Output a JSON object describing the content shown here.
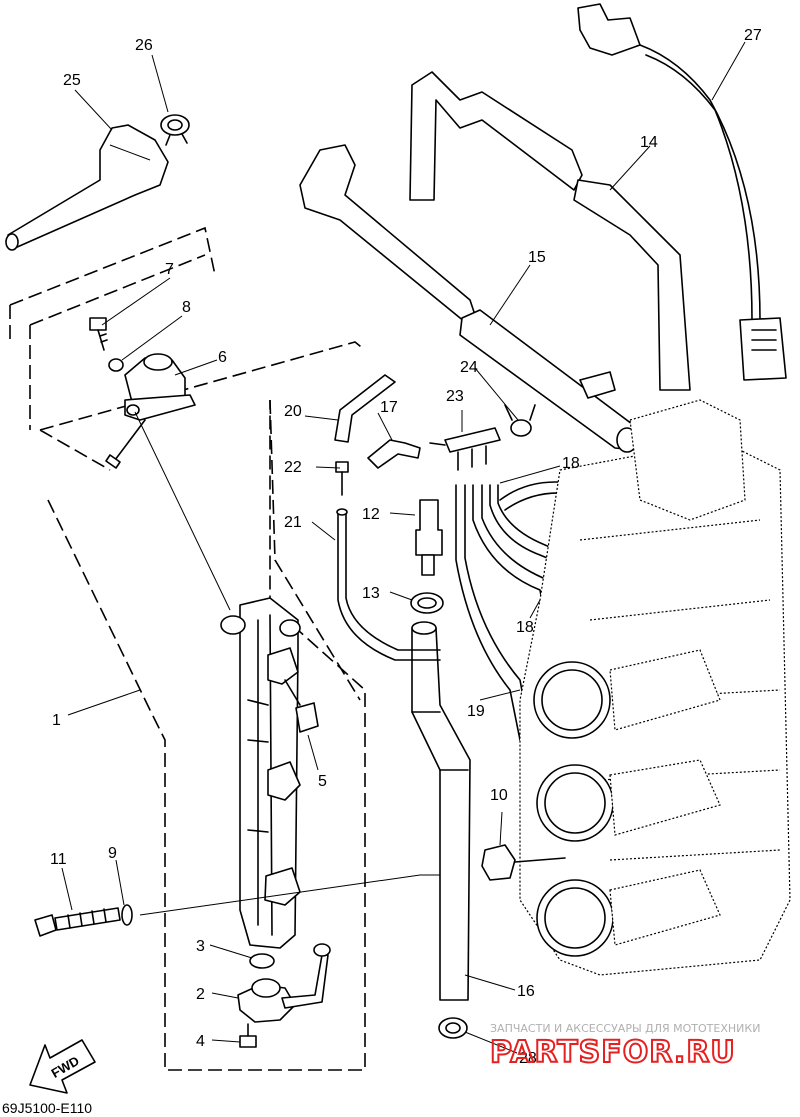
{
  "diagram": {
    "callouts": [
      "1",
      "2",
      "3",
      "4",
      "5",
      "6",
      "7",
      "8",
      "9",
      "10",
      "11",
      "12",
      "13",
      "14",
      "15",
      "16",
      "17",
      "18",
      "18",
      "19",
      "20",
      "21",
      "22",
      "23",
      "24",
      "25",
      "26",
      "27",
      "28"
    ],
    "direction_arrow": "FWD",
    "diagram_code": "69J5100-E110"
  },
  "watermark": {
    "subtitle": "ЗАПЧАСТИ И АКСЕССУАРЫ ДЛЯ МОТОТЕХНИКИ",
    "brand": "PARTSFOR.RU",
    "color": "#e52020"
  }
}
